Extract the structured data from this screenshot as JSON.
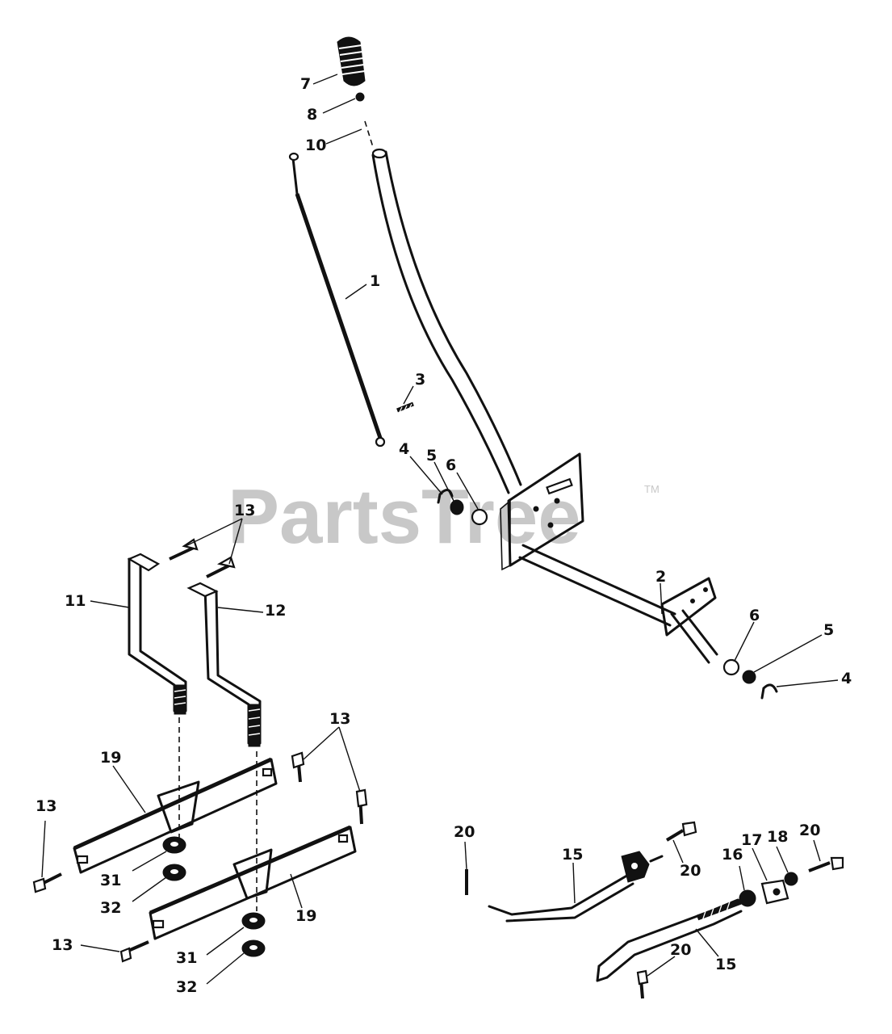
{
  "watermark": {
    "text": "PartsTree",
    "tm": "TM"
  },
  "callouts": {
    "c1": "1",
    "c2": "2",
    "c3": "3",
    "c4a": "4",
    "c4b": "4",
    "c5a": "5",
    "c5b": "5",
    "c6a": "6",
    "c6b": "6",
    "c7": "7",
    "c8": "8",
    "c10": "10",
    "c11": "11",
    "c12": "12",
    "c13a": "13",
    "c13b": "13",
    "c13c": "13",
    "c13d": "13",
    "c15a": "15",
    "c15b": "15",
    "c16": "16",
    "c17": "17",
    "c18": "18",
    "c19a": "19",
    "c19b": "19",
    "c20a": "20",
    "c20b": "20",
    "c20c": "20",
    "c20d": "20",
    "c31a": "31",
    "c31b": "31",
    "c32a": "32",
    "c32b": "32"
  }
}
